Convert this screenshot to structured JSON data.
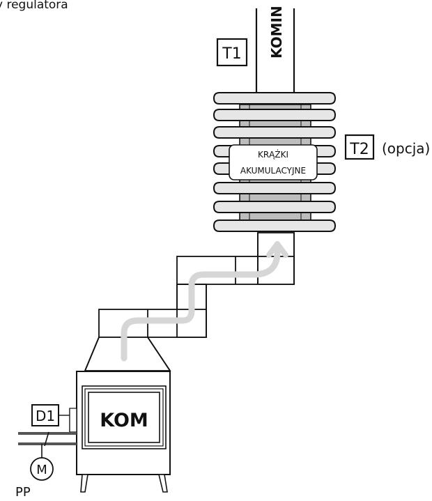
{
  "header_text": "y regulatora",
  "labels": {
    "chimney": "KOMIN",
    "sensor_t1": "T1",
    "sensor_t2": "T2",
    "sensor_t2_note": "(opcja)",
    "rings_line1": "KRĄŻKI",
    "rings_line2": "AKUMULACYJNE",
    "fireplace": "KOM",
    "damper": "D1",
    "motor": "M",
    "air_intake": "PP"
  },
  "colors": {
    "line": "#111111",
    "ring_fill": "#e6e6e6",
    "core_fill": "#bdbdbd",
    "flow_arrow": "#d6d6d6"
  },
  "icons": {
    "motor": "motor-icon",
    "flow": "flow-arrow-icon"
  }
}
